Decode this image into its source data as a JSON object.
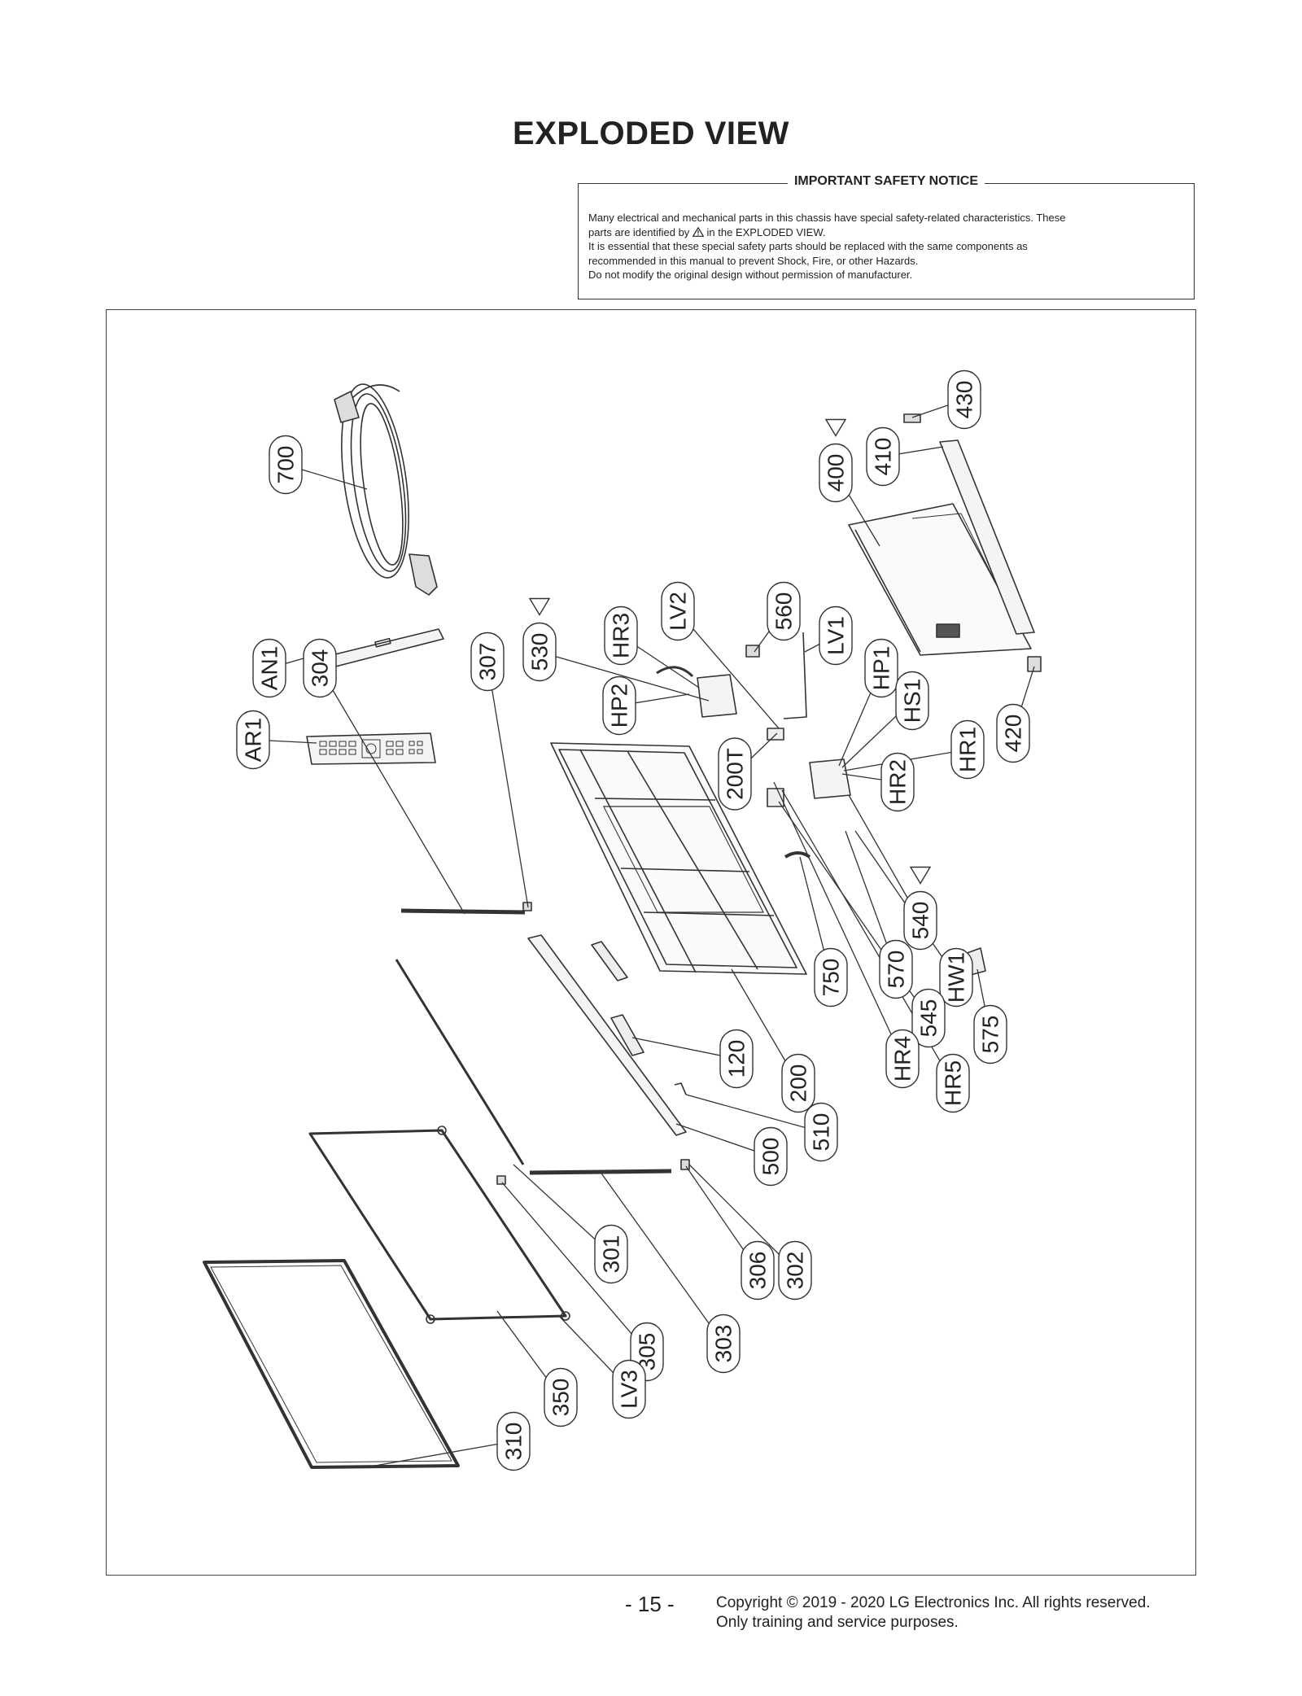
{
  "page": {
    "title": "EXPLODED VIEW",
    "page_number": "- 15 -",
    "copyright_line1": "Copyright © 2019 - 2020 LG Electronics Inc. All rights reserved.",
    "copyright_line2": "Only training and service purposes."
  },
  "notice": {
    "title": "IMPORTANT SAFETY NOTICE",
    "line1": "Many electrical and mechanical parts in this chassis have special safety-related characteristics. These",
    "line2_pre": "parts are identified by",
    "line2_post": "in the EXPLODED VIEW.",
    "line3": "It is essential that these special safety parts should be replaced with the same components as",
    "line4": "recommended in this manual to prevent Shock, Fire, or other Hazards.",
    "line5": "Do not modify the original design without permission of manufacturer."
  },
  "callouts": [
    {
      "id": "700"
    },
    {
      "id": "AN1"
    },
    {
      "id": "AR1"
    },
    {
      "id": "304"
    },
    {
      "id": "307"
    },
    {
      "id": "530",
      "safety": true
    },
    {
      "id": "HR3"
    },
    {
      "id": "LV2"
    },
    {
      "id": "HP2"
    },
    {
      "id": "560"
    },
    {
      "id": "LV1"
    },
    {
      "id": "HP1"
    },
    {
      "id": "HS1"
    },
    {
      "id": "HR1"
    },
    {
      "id": "HR2"
    },
    {
      "id": "200T"
    },
    {
      "id": "400",
      "safety": true
    },
    {
      "id": "410"
    },
    {
      "id": "430"
    },
    {
      "id": "420"
    },
    {
      "id": "540",
      "safety": true
    },
    {
      "id": "570"
    },
    {
      "id": "HW1"
    },
    {
      "id": "750"
    },
    {
      "id": "545"
    },
    {
      "id": "575"
    },
    {
      "id": "120"
    },
    {
      "id": "200"
    },
    {
      "id": "HR4"
    },
    {
      "id": "HR5"
    },
    {
      "id": "510"
    },
    {
      "id": "500"
    },
    {
      "id": "301"
    },
    {
      "id": "306"
    },
    {
      "id": "302"
    },
    {
      "id": "305"
    },
    {
      "id": "303"
    },
    {
      "id": "350"
    },
    {
      "id": "LV3"
    },
    {
      "id": "310"
    }
  ]
}
